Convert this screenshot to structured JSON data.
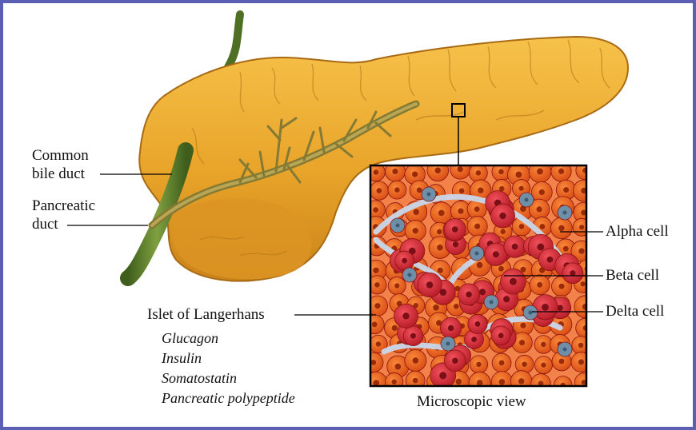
{
  "colors": {
    "border": "#5a5fb4",
    "pancreas": "#e9a42a",
    "pancreas_dark": "#b9741a",
    "duct": "#8a7a2e",
    "bile_duct": "#5d7d2e",
    "alpha_cell": "#ea5b1c",
    "beta_cell": "#d92531",
    "delta_cell": "#5f7f9a",
    "connective": "#c9d7ea"
  },
  "labels": {
    "common_bile_duct_1": "Common",
    "common_bile_duct_2": "bile duct",
    "pancreatic_duct_1": "Pancreatic",
    "pancreatic_duct_2": "duct",
    "islet": "Islet of Langerhans",
    "hormones": [
      "Glucagon",
      "Insulin",
      "Somatostatin",
      "Pancreatic polypeptide"
    ],
    "alpha": "Alpha cell",
    "beta": "Beta cell",
    "delta": "Delta cell",
    "microscopic": "Microscopic view"
  }
}
